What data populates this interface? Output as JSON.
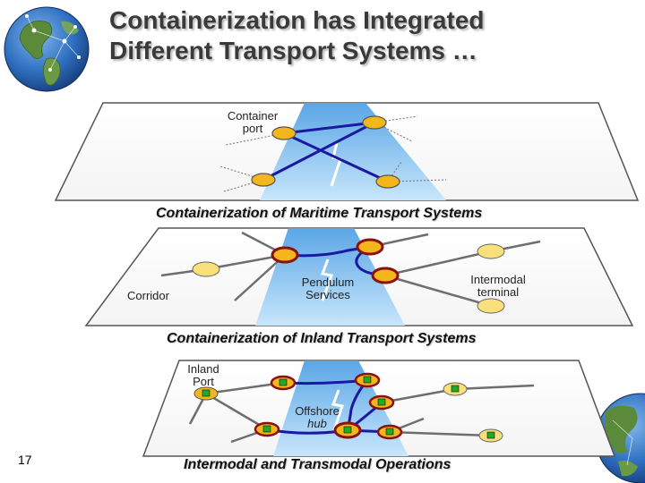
{
  "title": {
    "line1": "Containerization has Integrated",
    "line2": "Different Transport Systems …"
  },
  "panels": {
    "maritime": {
      "caption": "Containerization of Maritime Transport Systems",
      "labels": {
        "container_port_1": "Container",
        "container_port_2": "port"
      }
    },
    "inland": {
      "caption": "Containerization of Inland Transport Systems",
      "labels": {
        "corridor": "Corridor",
        "pendulum_1": "Pendulum",
        "pendulum_2": "Services",
        "intermodal_1": "Intermodal",
        "intermodal_2": "terminal"
      }
    },
    "transmodal": {
      "caption": "Intermodal and Transmodal Operations",
      "labels": {
        "inland_port_1": "Inland",
        "inland_port_2": "Port",
        "offshore_1": "Offshore",
        "offshore_2": "hub"
      }
    }
  },
  "page_number": "17",
  "colors": {
    "sea": "#a8d4f0",
    "route": "#1a1aa0",
    "link": "#6e6e6e",
    "port_fill": "#f3b71c",
    "light_node_fill": "#f9e07a",
    "hub_ring": "#8b1010",
    "container_box": "#22aa22"
  },
  "icons": [
    "globe-icon"
  ]
}
